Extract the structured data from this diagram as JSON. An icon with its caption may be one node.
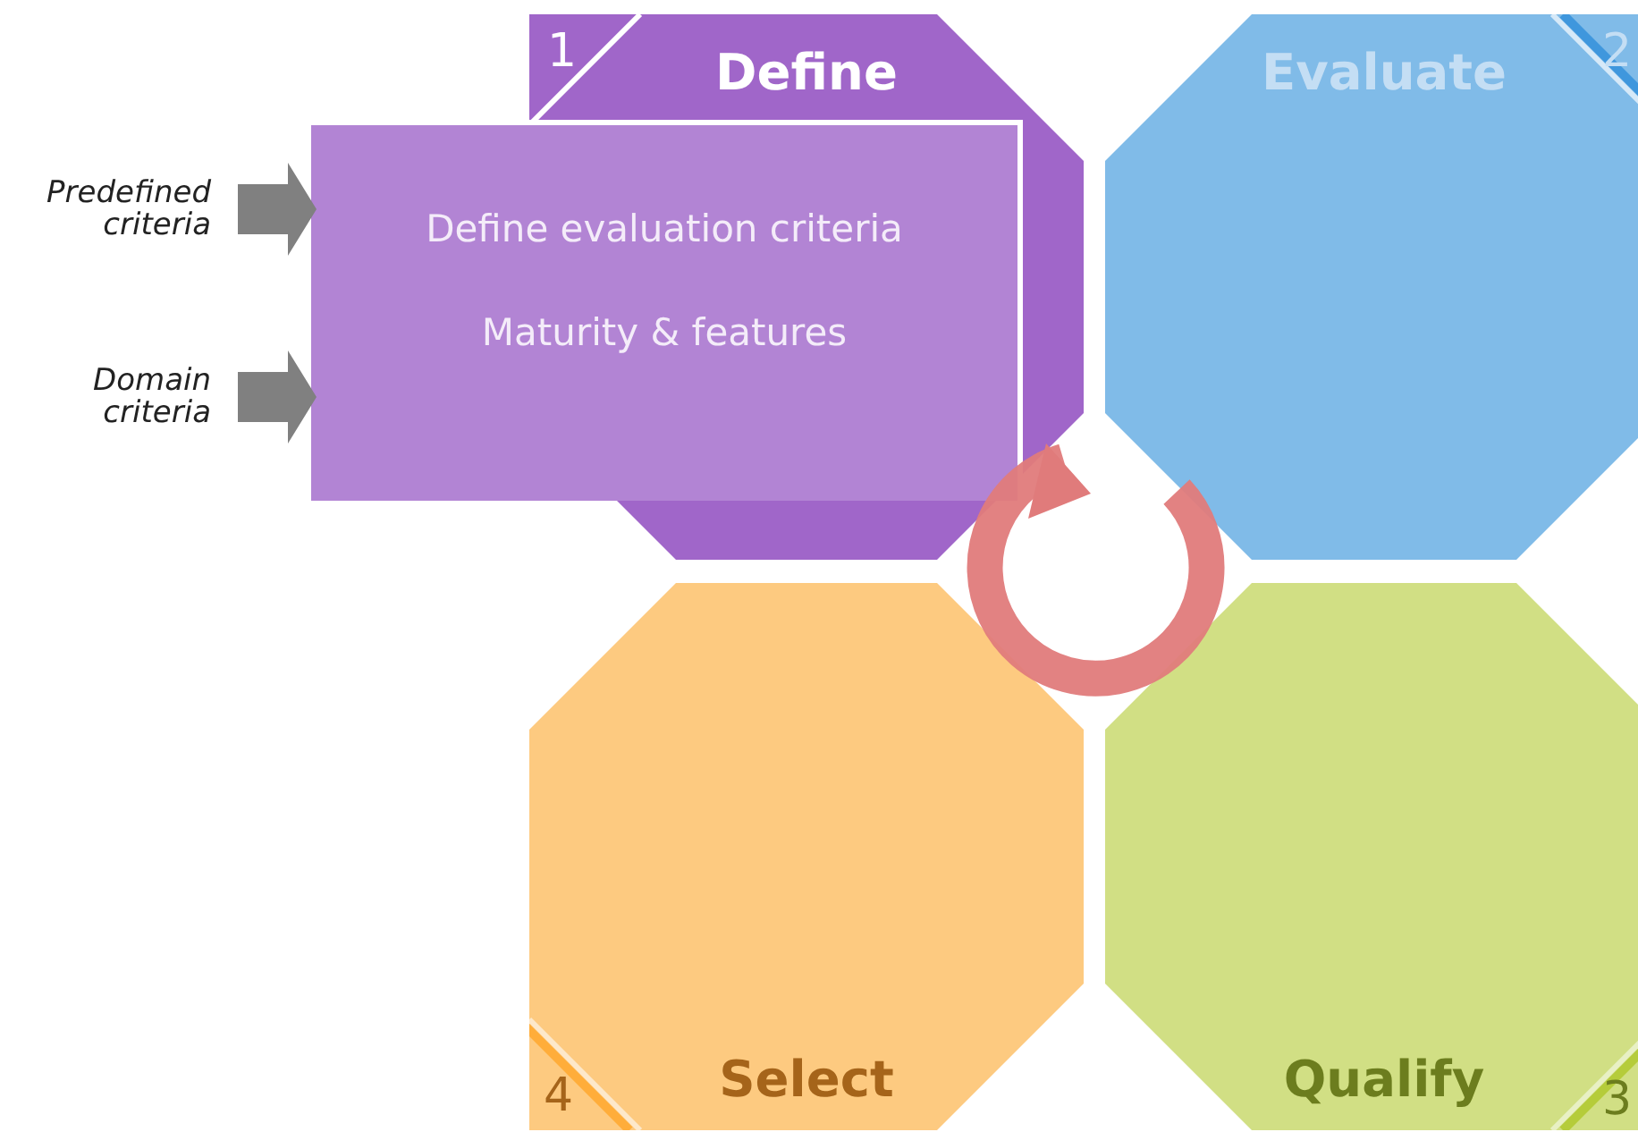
{
  "diagram": {
    "nodes": [
      {
        "text": [
          "1",
          "Define"
        ]
      },
      {
        "text": [
          "Evaluate",
          "2"
        ]
      },
      {
        "text": [
          "Qualify",
          "3"
        ]
      },
      {
        "text": [
          "4",
          "Select"
        ]
      },
      {
        "text": [
          "Define evaluation criteria",
          "Maturity & features"
        ]
      },
      {
        "text": [
          "Predefined criteria"
        ]
      },
      {
        "text": [
          "Domain criteria"
        ]
      }
    ],
    "edges": [
      {
        "from": 5,
        "to": 4,
        "arrow": "to",
        "style": "thick",
        "color": "#808080"
      },
      {
        "from": 6,
        "to": 4,
        "arrow": "to",
        "style": "thick",
        "color": "#808080"
      }
    ]
  }
}
